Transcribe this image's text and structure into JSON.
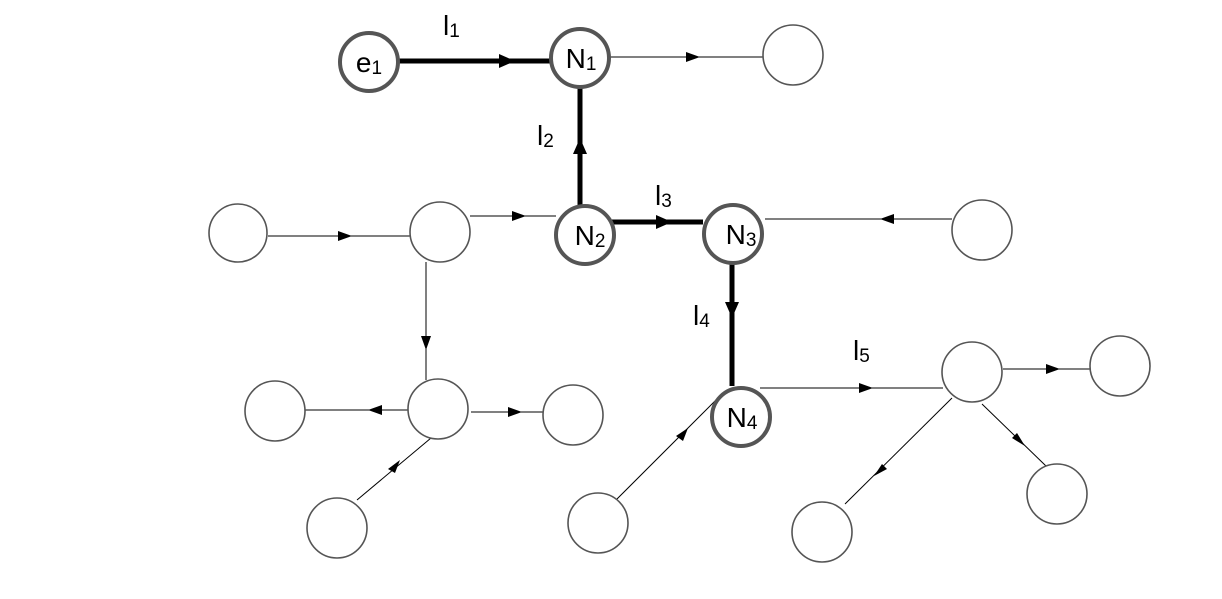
{
  "nodes": {
    "e1": {
      "base": "e",
      "sub": "1"
    },
    "N1": {
      "base": "N",
      "sub": "1"
    },
    "N2": {
      "base": "N",
      "sub": "2"
    },
    "N3": {
      "base": "N",
      "sub": "3"
    },
    "N4": {
      "base": "N",
      "sub": "4"
    }
  },
  "edges": {
    "l1": {
      "base": "l",
      "sub": "1"
    },
    "l2": {
      "base": "l",
      "sub": "2"
    },
    "l3": {
      "base": "l",
      "sub": "3"
    },
    "l4": {
      "base": "l",
      "sub": "4"
    },
    "l5": {
      "base": "l",
      "sub": "5"
    }
  }
}
